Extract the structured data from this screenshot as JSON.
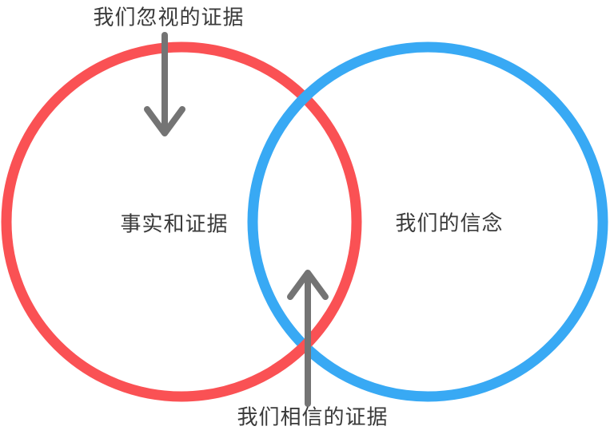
{
  "diagram": {
    "left_circle": {
      "label": "事实和证据",
      "color": "#FA5154"
    },
    "right_circle": {
      "label": "我们的信念",
      "color": "#38A9F4"
    },
    "top_annotation": {
      "label": "我们忽视的证据"
    },
    "bottom_annotation": {
      "label": "我们相信的证据"
    },
    "arrow_color": "#747474",
    "text_color": "#3A3A3A"
  }
}
